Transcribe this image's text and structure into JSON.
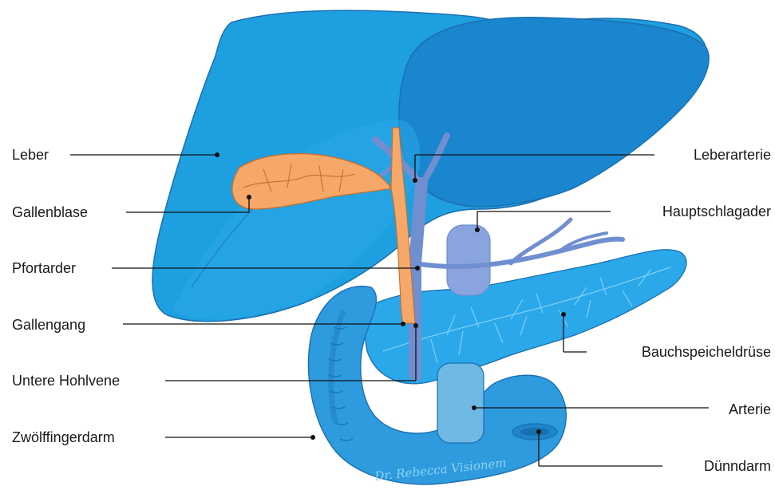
{
  "labels_left": [
    "Leber",
    "Gallenblase",
    "Pfortarder",
    "Gallengang",
    "Untere Hohlvene",
    "Zwölffingerdarm"
  ],
  "labels_right": [
    "Leberarterie",
    "Hauptschlagader",
    "Bauchspeicheldrüse",
    "Arterie",
    "Dünndarm"
  ],
  "signature": "Dr. Rebecca Visionem",
  "colors": {
    "liver": "#1e9fe0",
    "liver_dark": "#1a7fc4",
    "pancreas": "#2aa8ea",
    "duodenum": "#2d9bde",
    "gallbladder": "#f5a86a",
    "vein": "#9db4ea",
    "outline": "#1b6fb0"
  }
}
